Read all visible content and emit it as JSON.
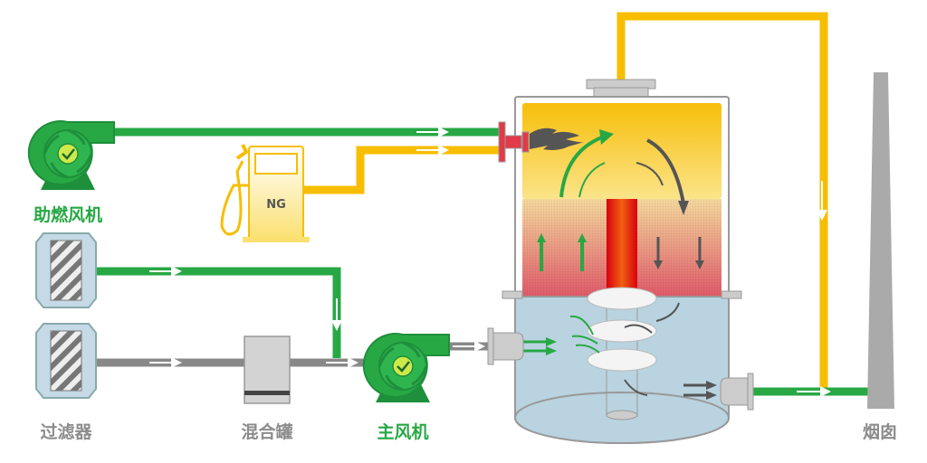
{
  "labels": {
    "combustion_fan": "助燃风机",
    "filter": "过滤器",
    "mixing_tank": "混合罐",
    "main_fan": "主风机",
    "chimney": "烟囱",
    "ng": "NG"
  },
  "colors": {
    "air_green": "#27a844",
    "gas_yellow": "#f7be00",
    "exhaust_gray": "#888888",
    "label_gray": "#8c8c8c",
    "vessel_blue": "#b9d3e0"
  }
}
